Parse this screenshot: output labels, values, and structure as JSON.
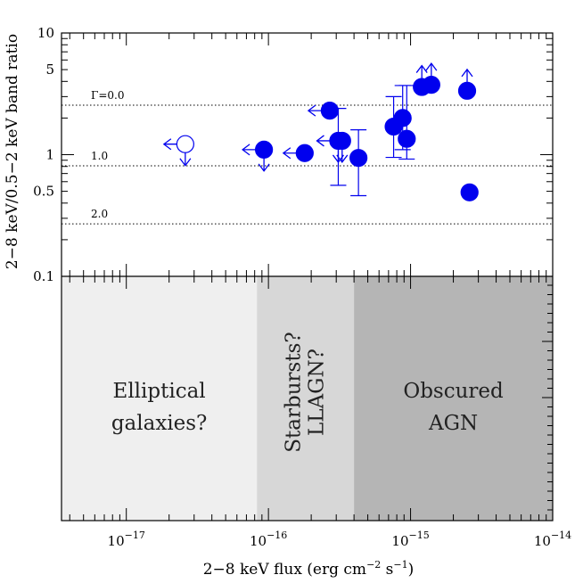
{
  "chart_data": {
    "type": "scatter",
    "xlabel": "2−8 keV flux (erg cm",
    "xlabel_sup1": "−2",
    "xlabel_mid": " s",
    "xlabel_sup2": "−1",
    "xlabel_end": ")",
    "ylabel": "2−8 keV/0.5−2 keV band ratio",
    "x_scale": "log",
    "y_scale": "log",
    "xlim": [
      3.5e-18,
      1e-14
    ],
    "ylim": [
      0.1,
      10
    ],
    "x_ticks": [
      {
        "value": 1e-17,
        "base": "10",
        "exp": "−17"
      },
      {
        "value": 1e-16,
        "base": "10",
        "exp": "−16"
      },
      {
        "value": 1e-15,
        "base": "10",
        "exp": "−15"
      },
      {
        "value": 1e-14,
        "base": "10",
        "exp": "−14"
      }
    ],
    "y_ticks": [
      {
        "value": 0.1,
        "label": "0.1"
      },
      {
        "value": 0.5,
        "label": "0.5"
      },
      {
        "value": 1,
        "label": "1"
      },
      {
        "value": 5,
        "label": "5"
      },
      {
        "value": 10,
        "label": "10"
      }
    ],
    "reference_lines": [
      {
        "gamma": "Γ=0.0",
        "ratio": 2.55
      },
      {
        "gamma": "1.0",
        "ratio": 0.81
      },
      {
        "gamma": "2.0",
        "ratio": 0.27
      }
    ],
    "regions": [
      {
        "x_from": 3.5e-18,
        "x_to": 8.3e-17,
        "label_lines": [
          "Elliptical",
          "galaxies?"
        ],
        "color": "#efefef",
        "vertical": false
      },
      {
        "x_from": 8.3e-17,
        "x_to": 4e-16,
        "label_lines": [
          "Starbursts?",
          "LLAGN?"
        ],
        "color": "#d7d7d7",
        "vertical": true
      },
      {
        "x_from": 4e-16,
        "x_to": 1e-14,
        "label_lines": [
          "Obscured",
          "AGN"
        ],
        "color": "#b5b5b5",
        "vertical": false
      }
    ],
    "marker_color": "#0000ee",
    "points": [
      {
        "x": 2.6e-17,
        "y": 1.22,
        "open": true,
        "lower": false,
        "upper": true,
        "left": true,
        "err": null
      },
      {
        "x": 9.3e-17,
        "y": 1.1,
        "open": false,
        "lower": false,
        "upper": true,
        "left": true,
        "err": null
      },
      {
        "x": 1.8e-16,
        "y": 1.03,
        "open": false,
        "lower": false,
        "upper": false,
        "left": true,
        "err": null
      },
      {
        "x": 2.7e-16,
        "y": 2.3,
        "open": false,
        "lower": false,
        "upper": false,
        "left": true,
        "err": null
      },
      {
        "x": 3.1e-16,
        "y": 1.3,
        "open": false,
        "lower": false,
        "upper": true,
        "left": true,
        "err": [
          0.56,
          2.4
        ]
      },
      {
        "x": 3.3e-16,
        "y": 1.3,
        "open": false,
        "lower": false,
        "upper": true,
        "left": false,
        "err": null
      },
      {
        "x": 4.3e-16,
        "y": 0.94,
        "open": false,
        "lower": false,
        "upper": false,
        "left": false,
        "err": [
          0.46,
          1.6
        ]
      },
      {
        "x": 7.6e-16,
        "y": 1.7,
        "open": false,
        "lower": false,
        "upper": false,
        "left": false,
        "err": [
          0.95,
          3.0
        ]
      },
      {
        "x": 8.8e-16,
        "y": 2.0,
        "open": false,
        "lower": false,
        "upper": false,
        "left": false,
        "err": [
          1.1,
          3.7
        ]
      },
      {
        "x": 9.4e-16,
        "y": 1.35,
        "open": false,
        "lower": false,
        "upper": false,
        "left": false,
        "err": [
          0.92,
          3.7
        ]
      },
      {
        "x": 1.2e-15,
        "y": 3.6,
        "open": false,
        "lower": true,
        "upper": false,
        "left": false,
        "err": null
      },
      {
        "x": 1.4e-15,
        "y": 3.75,
        "open": false,
        "lower": true,
        "upper": false,
        "left": false,
        "err": null
      },
      {
        "x": 2.5e-15,
        "y": 3.35,
        "open": false,
        "lower": true,
        "upper": false,
        "left": false,
        "err": null
      },
      {
        "x": 2.6e-15,
        "y": 0.49,
        "open": false,
        "lower": false,
        "upper": false,
        "left": false,
        "err": null
      }
    ]
  }
}
